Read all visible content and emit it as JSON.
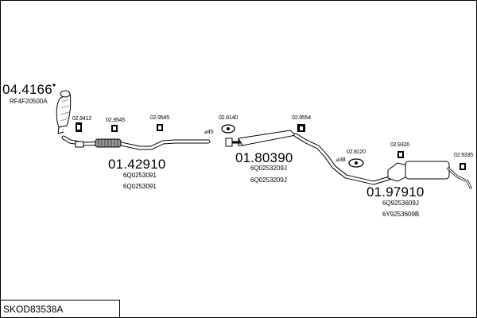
{
  "diagram": {
    "title": "SKOD83538A",
    "colors": {
      "line": "#000000",
      "fill": "#ffffff",
      "shade": "#9a9a9a"
    },
    "parts": {
      "catalyst": {
        "number": "04.4166",
        "ref1": "RF4F20500A"
      },
      "front_pipe": {
        "number": "01.42910",
        "ref1": "6Q0253091",
        "ref2": "6Q0253091"
      },
      "middle_silencer": {
        "number": "01.80390",
        "ref1": "6Q0253209J",
        "ref2": "6Q0253209J"
      },
      "rear_silencer": {
        "number": "01.97910",
        "ref1": "6Q9253609J",
        "ref2": "6Y9253609B"
      }
    },
    "fittings": {
      "f1": "02.9412",
      "f2": "02.9545",
      "f3": "02.9545",
      "f4": "02.8140",
      "f5": "02.9554",
      "f6": "02.8120",
      "f7": "02.9326",
      "f8": "02.9335"
    },
    "diameters": {
      "d1": "⌀45",
      "d2": "⌀38"
    }
  }
}
